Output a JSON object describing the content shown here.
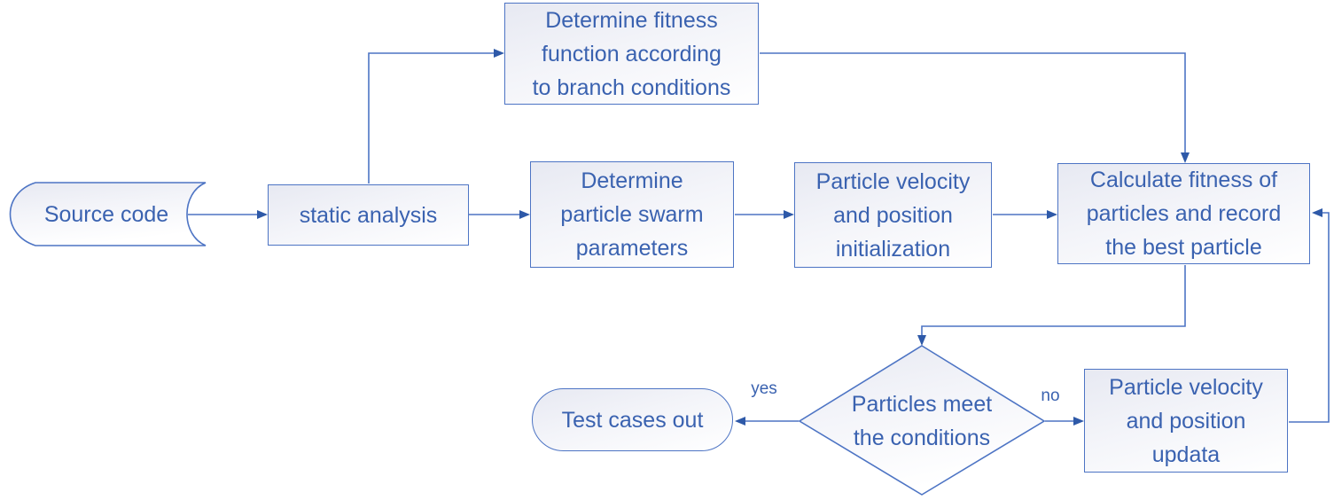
{
  "diagram": {
    "nodes": {
      "source_code": {
        "label": "Source code",
        "shape": "stored-data"
      },
      "static_analysis": {
        "label": "static analysis",
        "shape": "process"
      },
      "fitness_function": {
        "label": "Determine fitness\nfunction according\nto branch conditions",
        "shape": "process"
      },
      "swarm_parameters": {
        "label": "Determine\nparticle swarm\nparameters",
        "shape": "process"
      },
      "initialization": {
        "label": "Particle velocity\nand position\ninitialization",
        "shape": "process"
      },
      "calculate_fitness": {
        "label": "Calculate fitness of\nparticles and record\nthe best particle",
        "shape": "process"
      },
      "condition_check": {
        "label": "Particles meet\nthe conditions",
        "shape": "decision"
      },
      "test_cases_out": {
        "label": "Test cases out",
        "shape": "terminator"
      },
      "position_update": {
        "label": "Particle velocity\nand position\nupdata",
        "shape": "process"
      }
    },
    "edge_labels": {
      "yes": "yes",
      "no": "no"
    },
    "colors": {
      "border": "#4d74c4",
      "text": "#3a62b0",
      "arrowhead": "#2e59a8",
      "fill_top": "#e7e9f2",
      "fill_bottom": "#ffffff",
      "background": "#ffffff"
    }
  }
}
